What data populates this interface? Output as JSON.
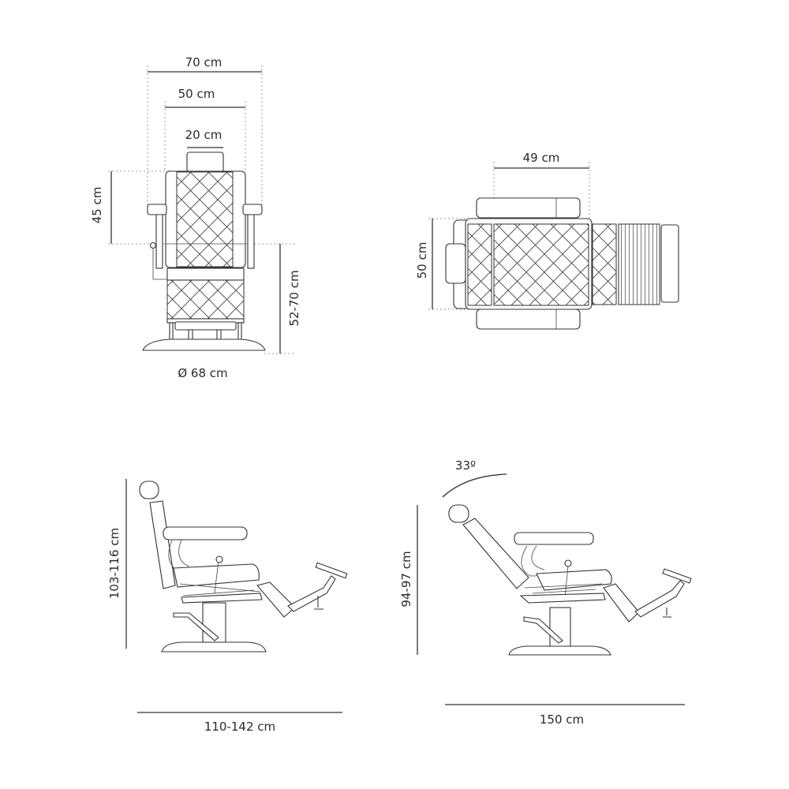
{
  "front_view": {
    "overall_width": "70 cm",
    "seat_width": "50 cm",
    "headrest_width": "20 cm",
    "backrest_height": "45 cm",
    "seat_height": "52-70 cm",
    "base_diameter": "Ø 68 cm"
  },
  "top_view": {
    "seat_depth": "49 cm",
    "seat_width": "50 cm"
  },
  "side_view_upright": {
    "height": "103-116 cm",
    "length": "110-142 cm"
  },
  "side_view_reclined": {
    "recline_angle": "33º",
    "height": "94-97 cm",
    "length": "150 cm"
  },
  "colors": {
    "line": "#333333",
    "guide": "#999999"
  }
}
